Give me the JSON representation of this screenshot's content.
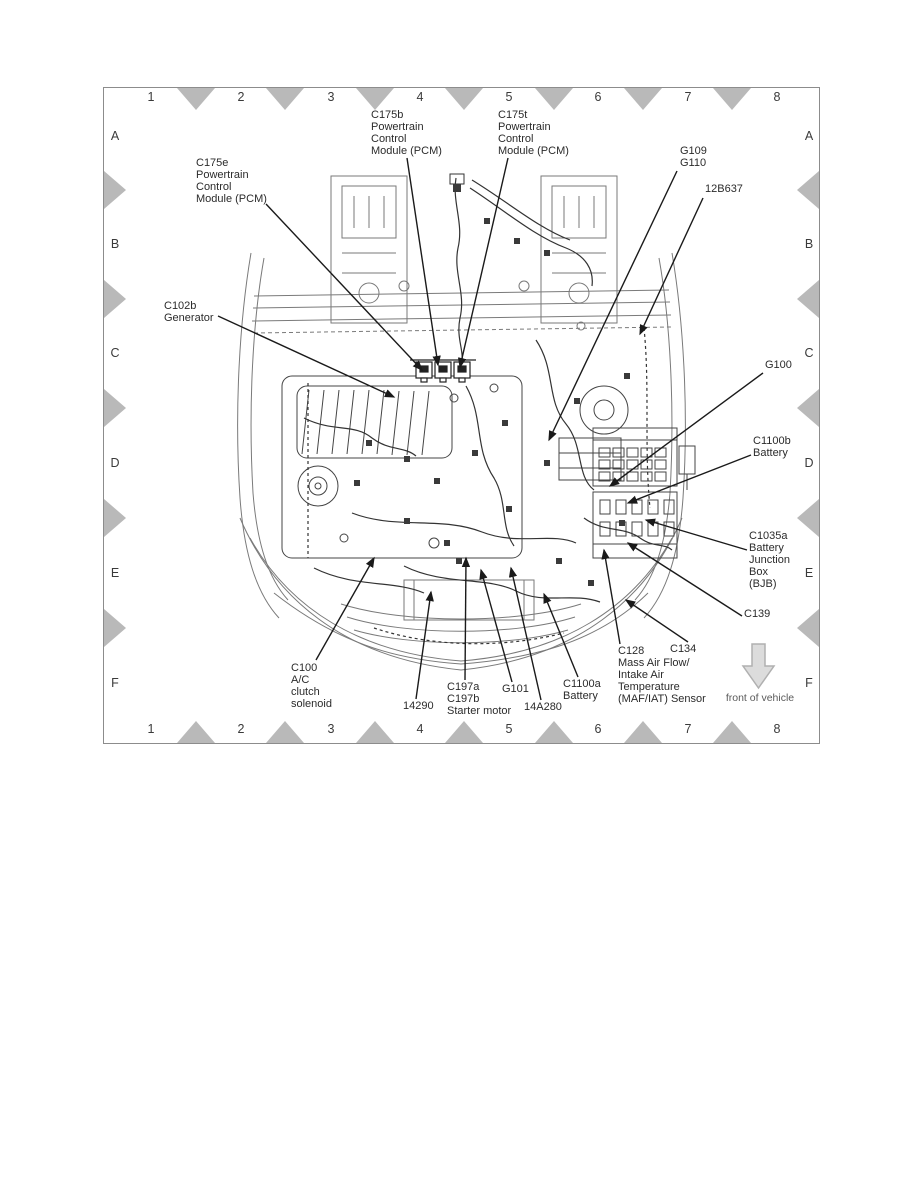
{
  "diagram": {
    "grid": {
      "cols": [
        "1",
        "2",
        "3",
        "4",
        "5",
        "6",
        "7",
        "8"
      ],
      "rows": [
        "A",
        "B",
        "C",
        "D",
        "E",
        "F"
      ]
    },
    "callouts": {
      "c175e": "C175e\nPowertrain\nControl\nModule (PCM)",
      "c175b": "C175b\nPowertrain\nControl\nModule (PCM)",
      "c175t": "C175t\nPowertrain\nControl\nModule (PCM)",
      "g109_g110": "G109\nG110",
      "id_12b637": "12B637",
      "c102b": "C102b\nGenerator",
      "g100": "G100",
      "c1100b": "C1100b\nBattery",
      "c1035a": "C1035a\nBattery\nJunction\nBox\n(BJB)",
      "c139": "C139",
      "c134": "C134",
      "c128": "C128\nMass Air Flow/\nIntake Air\nTemperature\n(MAF/IAT) Sensor",
      "c100": "C100\nA/C\nclutch\nsolenoid",
      "id_14290": "14290",
      "c197": "C197a\nC197b\nStarter motor",
      "g101": "G101",
      "id_14a280": "14A280",
      "c1100a": "C1100a\nBattery",
      "front_of_vehicle": "front of vehicle"
    },
    "colors": {
      "grid_marker": "#b9b9b9",
      "leader_line": "#1a1a1a",
      "body_line": "#7a7a7a",
      "harness_line": "#333333",
      "front_arrow_fill": "#dcdcdc",
      "front_arrow_stroke": "#b0b0b0",
      "border": "#8c8c8c"
    }
  }
}
